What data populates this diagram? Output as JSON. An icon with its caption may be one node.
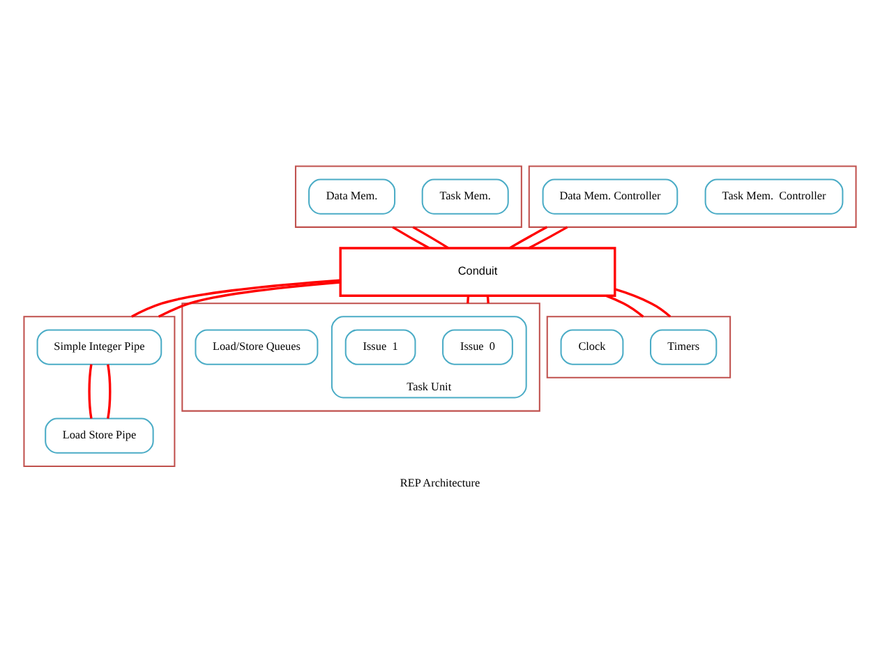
{
  "diagram": {
    "caption": "REP Architecture",
    "nodes": [
      {
        "text": [],
        "shape": "box"
      },
      {
        "text": [
          "Task Mem."
        ],
        "in": 0
      },
      {
        "text": [
          "Data Mem."
        ],
        "in": 0
      },
      {
        "text": [],
        "shape": "box"
      },
      {
        "text": [
          "Task Mem.  Controller"
        ],
        "in": 3
      },
      {
        "text": [
          "Data Mem. Controller"
        ],
        "in": 3
      },
      {
        "text": [],
        "shape": "box"
      },
      {
        "text": [
          "Simple Integer Pipe"
        ],
        "in": 6
      },
      {
        "text": [
          "Load Store Pipe"
        ],
        "in": 6
      },
      {
        "text": [],
        "shape": "box"
      },
      {
        "text": [
          "Task Unit"
        ],
        "in": 9
      },
      {
        "text": [
          "Issue  0"
        ],
        "in": 10
      },
      {
        "text": [
          "Issue  1"
        ],
        "in": 10
      },
      {
        "text": [
          "Load/Store Queues"
        ],
        "in": 9
      },
      {
        "text": [],
        "shape": "box"
      },
      {
        "text": [
          "Timers"
        ],
        "in": 14
      },
      {
        "text": [
          "Clock"
        ],
        "in": 14
      },
      {
        "text": [
          "Conduit"
        ]
      }
    ],
    "edges": [
      {
        "from": 0,
        "to": 17,
        "arrow": "none"
      },
      {
        "from": 0,
        "to": 17,
        "arrow": "none"
      },
      {
        "from": 3,
        "to": 17,
        "arrow": "none"
      },
      {
        "from": 3,
        "to": 17,
        "arrow": "none"
      },
      {
        "from": 17,
        "to": 9,
        "arrow": "none"
      },
      {
        "from": 17,
        "to": 9,
        "arrow": "none"
      },
      {
        "from": 17,
        "to": 14,
        "arrow": "none"
      },
      {
        "from": 17,
        "to": 14,
        "arrow": "none"
      },
      {
        "from": 17,
        "to": 6,
        "arrow": "none"
      },
      {
        "from": 17,
        "to": 6,
        "arrow": "none"
      },
      {
        "from": 7,
        "to": 8,
        "arrow": "none"
      },
      {
        "from": 7,
        "to": 8,
        "arrow": "none"
      }
    ]
  }
}
